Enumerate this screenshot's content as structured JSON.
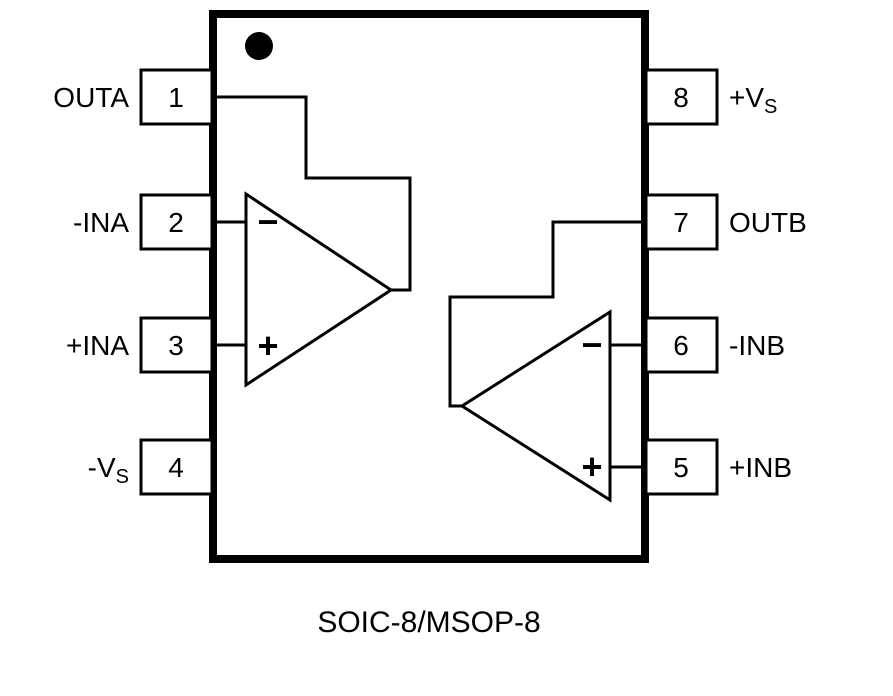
{
  "title": "SOIC-8/MSOP-8",
  "colors": {
    "line": "#000000",
    "background": "#ffffff"
  },
  "ic": {
    "pin1_marker": "dot",
    "left_pins": [
      {
        "number": "1",
        "label": "OUTA",
        "sub": ""
      },
      {
        "number": "2",
        "label": "-INA",
        "sub": ""
      },
      {
        "number": "3",
        "label": "+INA",
        "sub": ""
      },
      {
        "number": "4",
        "label": "-V",
        "sub": "S"
      }
    ],
    "right_pins": [
      {
        "number": "8",
        "label": "+V",
        "sub": "S"
      },
      {
        "number": "7",
        "label": "OUTB",
        "sub": ""
      },
      {
        "number": "6",
        "label": "-INB",
        "sub": ""
      },
      {
        "number": "5",
        "label": "+INB",
        "sub": ""
      }
    ],
    "opamps": {
      "a": {
        "minus": "−",
        "plus": "+"
      },
      "b": {
        "minus": "−",
        "plus": "+"
      }
    }
  }
}
